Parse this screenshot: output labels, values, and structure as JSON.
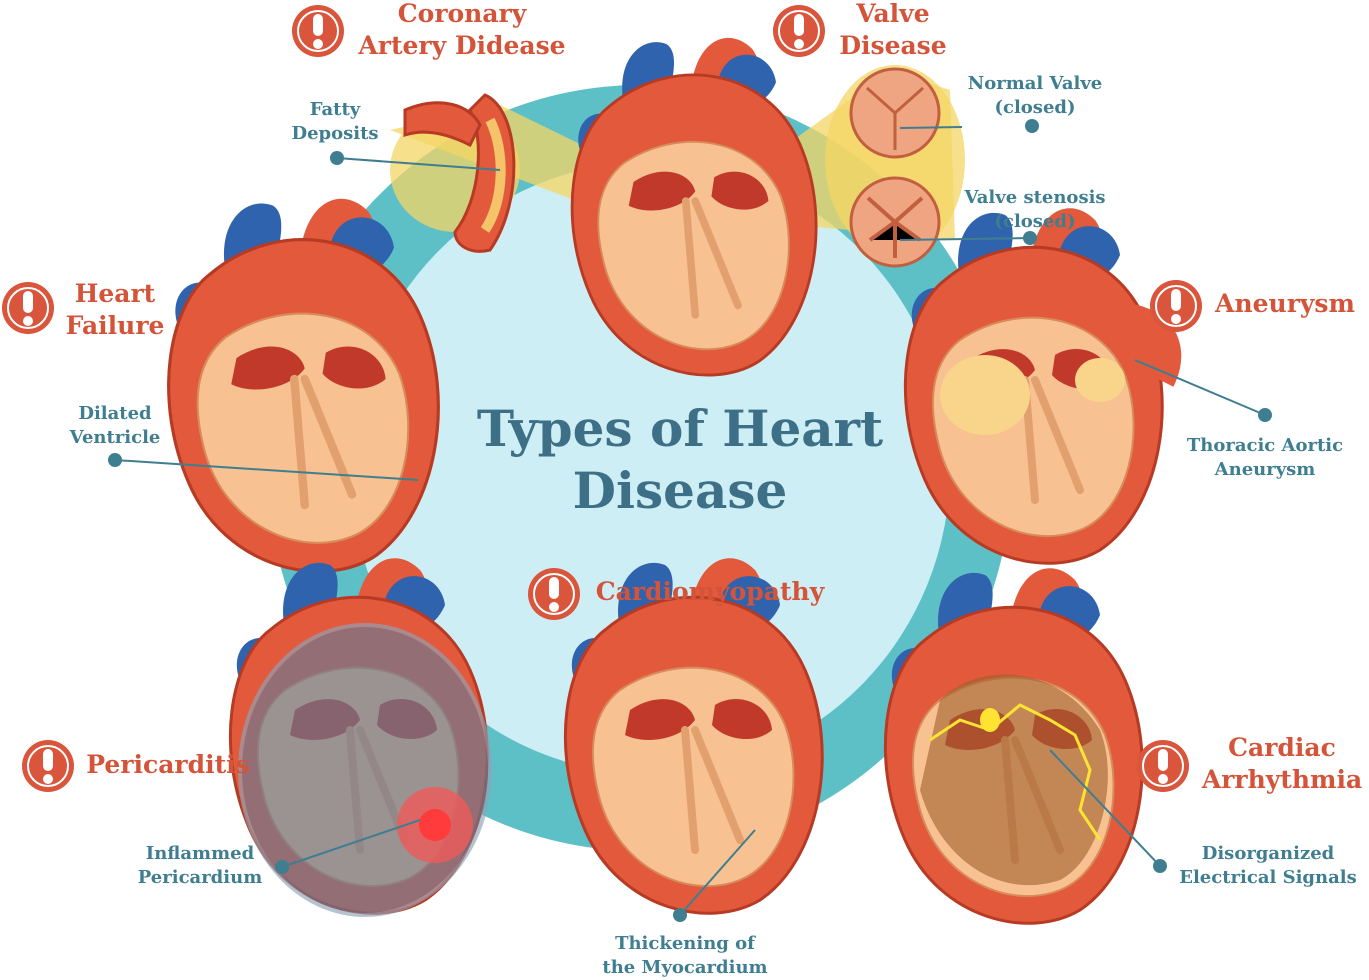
{
  "title": "Types of Heart\nDisease",
  "diseases": {
    "coronary": "Coronary\nArtery Didease",
    "valve": "Valve\nDisease",
    "heart_failure": "Heart\nFailure",
    "aneurysm": "Aneurysm",
    "cardiomyopathy": "Cardiomyopathy",
    "pericarditis": "Pericarditis",
    "arrhythmia": "Cardiac\nArrhythmia"
  },
  "callouts": {
    "fatty_deposits": "Fatty\nDeposits",
    "normal_valve": "Normal Valve\n(closed)",
    "valve_stenosis": "Valve stenosis\n(closed)",
    "dilated_ventricle": "Dilated\nVentricle",
    "thoracic_aneurysm": "Thoracic Aortic\nAneurysm",
    "inflamed_pericardium": "Inflammed\nPericardium",
    "thickening": "Thickening of\nthe Myocardium",
    "disorganized_signals": "Disorganized\nElectrical Signals"
  },
  "colors": {
    "ring": "#5ec0c7",
    "center": "#cdeef4",
    "title": "#3d6f86",
    "disease_label": "#d4543a",
    "callout": "#3f7e90",
    "heart_red": "#e2593b",
    "heart_inner": "#f8c191",
    "vessel_blue": "#2f63ad",
    "highlight_yellow": "#f4d564"
  }
}
